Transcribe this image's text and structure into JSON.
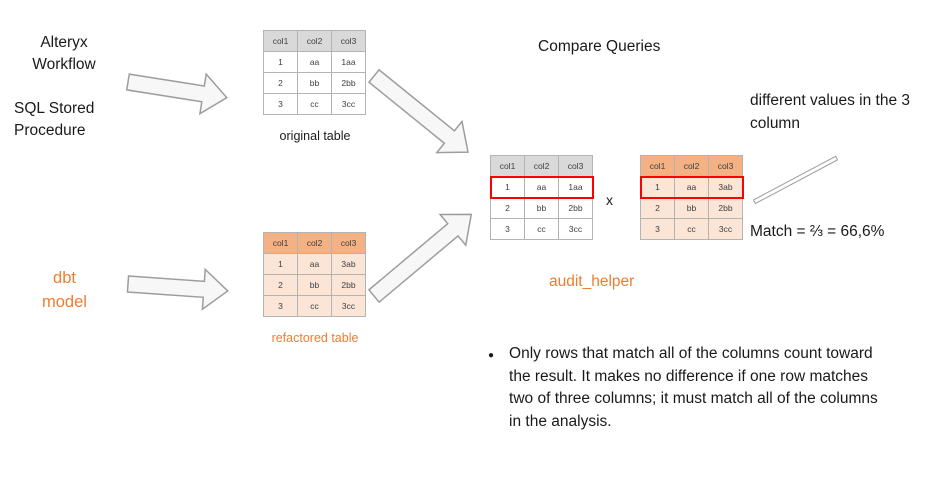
{
  "header": {
    "title": "Compare Queries"
  },
  "sources": {
    "alteryx_line1": "Alteryx",
    "alteryx_line2": "Workflow",
    "sql_line1": "SQL Stored",
    "sql_line2": "Procedure",
    "dbt_line1": "dbt",
    "dbt_line2": "model"
  },
  "tables": {
    "original": {
      "caption": "original table",
      "headers": [
        "col1",
        "col2",
        "col3"
      ],
      "rows": [
        [
          "1",
          "aa",
          "1aa"
        ],
        [
          "2",
          "bb",
          "2bb"
        ],
        [
          "3",
          "cc",
          "3cc"
        ]
      ]
    },
    "refactored": {
      "caption": "refactored table",
      "headers": [
        "col1",
        "col2",
        "col3"
      ],
      "rows": [
        [
          "1",
          "aa",
          "3ab"
        ],
        [
          "2",
          "bb",
          "2bb"
        ],
        [
          "3",
          "cc",
          "3cc"
        ]
      ]
    },
    "compare_left": {
      "headers": [
        "col1",
        "col2",
        "col3"
      ],
      "rows": [
        [
          "1",
          "aa",
          "1aa"
        ],
        [
          "2",
          "bb",
          "2bb"
        ],
        [
          "3",
          "cc",
          "3cc"
        ]
      ],
      "highlight_row": 0
    },
    "compare_right": {
      "headers": [
        "col1",
        "col2",
        "col3"
      ],
      "rows": [
        [
          "1",
          "aa",
          "3ab"
        ],
        [
          "2",
          "bb",
          "2bb"
        ],
        [
          "3",
          "cc",
          "3cc"
        ]
      ],
      "highlight_row": 0
    }
  },
  "comparison": {
    "x_separator": "x",
    "tool_label": "audit_helper"
  },
  "annotations": {
    "different_values": "different values in the 3 column",
    "match_result": "Match = ⅔ = 66,6%"
  },
  "notes": {
    "bullet": "●",
    "text": "Only rows that match all of the columns count toward the result. It makes no difference if one row matches two of three columns; it must match all of the columns in the analysis."
  },
  "colors": {
    "accent_orange": "#ED7D31",
    "highlight_red": "#FF0000",
    "gray_header": "#D9D9D9",
    "orange_header": "#F4B183",
    "orange_cell": "#FBE5D6"
  }
}
